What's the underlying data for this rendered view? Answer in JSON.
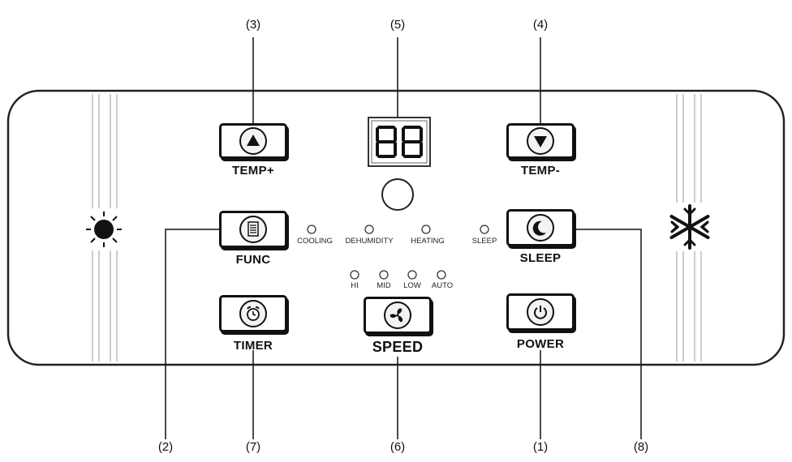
{
  "callouts": {
    "c3": "(3)",
    "c5": "(5)",
    "c4": "(4)",
    "c2": "(2)",
    "c7": "(7)",
    "c6": "(6)",
    "c1": "(1)",
    "c8": "(8)"
  },
  "buttons": {
    "temp_plus": "TEMP+",
    "temp_minus": "TEMP-",
    "func": "FUNC",
    "sleep": "SLEEP",
    "timer": "TIMER",
    "speed": "SPEED",
    "power": "POWER"
  },
  "mode_indicators": {
    "cooling": "COOLING",
    "dehumidity": "DEHUMIDITY",
    "heating": "HEATING",
    "sleep": "SLEEP"
  },
  "speed_indicators": {
    "hi": "HI",
    "mid": "MID",
    "low": "LOW",
    "auto": "AUTO"
  },
  "display": {
    "digits": "88"
  },
  "icons": {
    "heat": "sun-icon",
    "cool": "snowflake-icon",
    "temp_up": "up-arrow-icon",
    "temp_down": "down-arrow-icon",
    "func": "document-icon",
    "sleep": "moon-icon",
    "timer": "alarm-clock-icon",
    "speed": "fan-icon",
    "power": "power-icon"
  },
  "colors": {
    "line": "#111111",
    "panel": "#ffffff"
  }
}
